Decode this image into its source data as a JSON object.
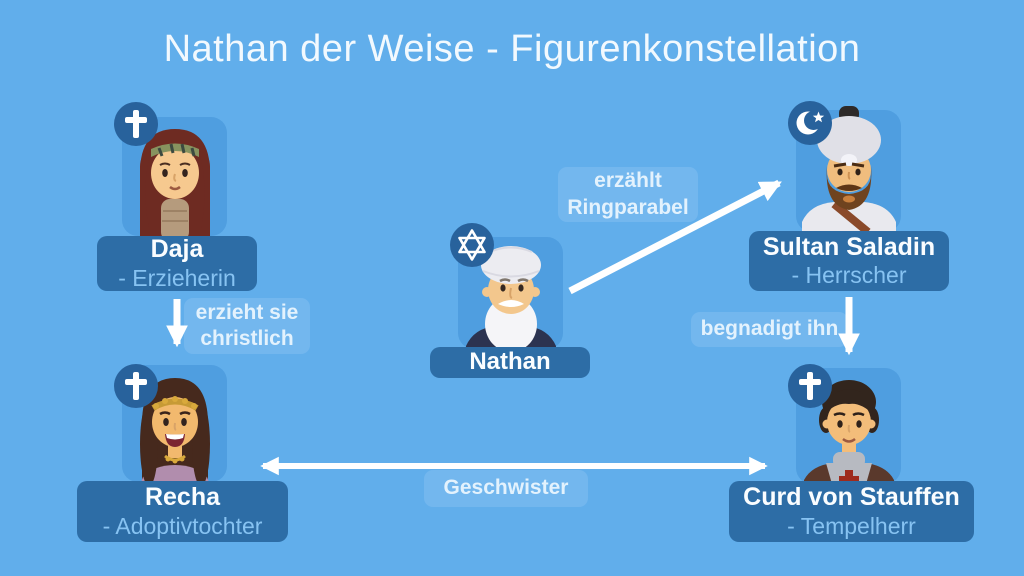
{
  "title": "Nathan der Weise - Figurenkonstellation",
  "characters": [
    {
      "name": "Daja",
      "role": "- Erzieherin",
      "religion_icon": "cross-icon"
    },
    {
      "name": "Nathan",
      "role": "",
      "religion_icon": "star-of-david-icon"
    },
    {
      "name": "Sultan Saladin",
      "role": "- Herrscher",
      "religion_icon": "crescent-star-icon"
    },
    {
      "name": "Recha",
      "role": "- Adoptivtochter",
      "religion_icon": "cross-icon"
    },
    {
      "name": "Curd von Stauffen",
      "role": "- Tempelherr",
      "religion_icon": "cross-icon"
    }
  ],
  "relations": [
    {
      "from": "Daja",
      "to": "Recha",
      "line1": "erzieht sie",
      "line2": "christlich",
      "bidirectional": false
    },
    {
      "from": "Nathan",
      "to": "Sultan Saladin",
      "line1": "erzählt",
      "line2": "Ringparabel",
      "bidirectional": false
    },
    {
      "from": "Sultan Saladin",
      "to": "Curd von Stauffen",
      "line1": "begnadigt ihn",
      "line2": "",
      "bidirectional": false
    },
    {
      "from": "Recha",
      "to": "Curd von Stauffen",
      "line1": "Geschwister",
      "line2": "",
      "bidirectional": true
    }
  ],
  "colors": {
    "background": "#61aeeb",
    "title_text": "#f2f9fe",
    "name_box": "#2d6da6",
    "name_text": "#fafdff",
    "role_text": "#87c3f2",
    "avatar_box": "#4f9ee0",
    "icon_circle": "#28629c",
    "relation_box": "#73b7ee",
    "relation_text": "#e3f2fd",
    "arrow": "#ffffff"
  }
}
